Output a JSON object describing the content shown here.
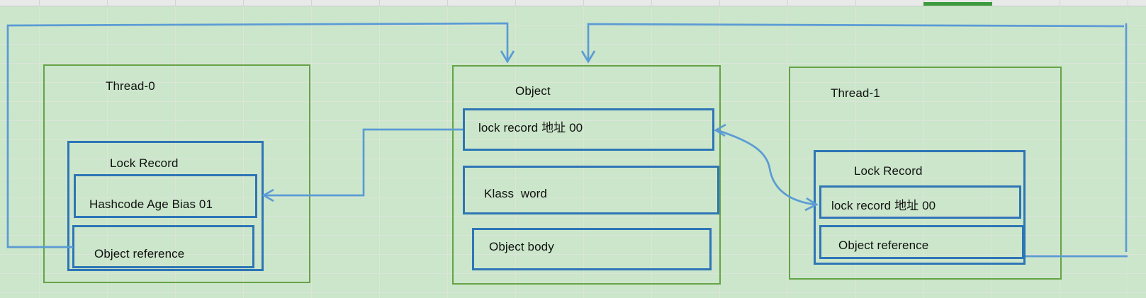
{
  "colors": {
    "canvas_bg": "#cbe6ca",
    "grid_line": "#dde4da",
    "header_bg": "#e9e9e9",
    "header_line": "#d4d4d4",
    "selection_green": "#3a9a3c",
    "container_border": "#66a347",
    "box_border": "#2e75b6",
    "connector": "#5b9bd5",
    "text": "#111111"
  },
  "diagram": {
    "thread0": {
      "title": "Thread-0",
      "lock_record_title": "Lock Record",
      "slot1": "Hashcode Age Bias 01",
      "slot2": "Object reference"
    },
    "object": {
      "title": "Object",
      "slot1": "lock record 地址 00",
      "slot2": "Klass  word",
      "slot3": "Object body"
    },
    "thread1": {
      "title": "Thread-1",
      "lock_record_title": "Lock Record",
      "slot1": "lock record 地址 00",
      "slot2": "Object reference"
    }
  }
}
